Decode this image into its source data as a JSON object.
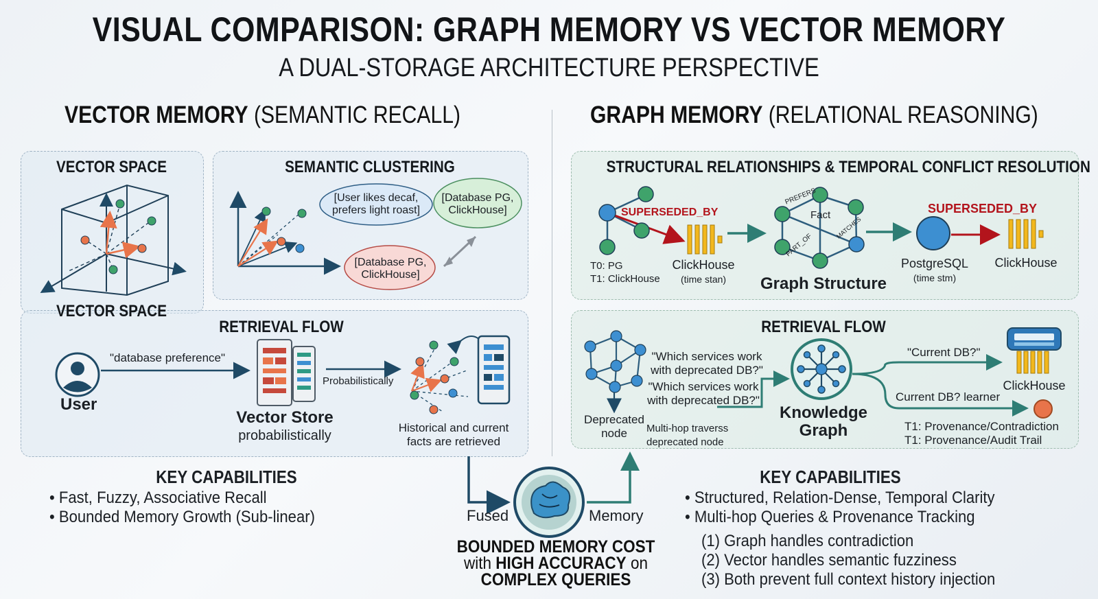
{
  "header": {
    "title": "VISUAL COMPARISON: GRAPH MEMORY VS VECTOR MEMORY",
    "subtitle": "A DUAL-STORAGE ARCHITECTURE PERSPECTIVE"
  },
  "vector": {
    "heading_bold": "VECTOR MEMORY",
    "heading_rest": "(SEMANTIC RECALL)",
    "vector_space_title": "VECTOR SPACE",
    "vector_space_caption": "VECTOR SPACE",
    "clustering_title": "SEMANTIC CLUSTERING",
    "cloud1_line1": "[User likes decaf,",
    "cloud1_line2": "prefers light roast]",
    "cloud2_line1": "[Database PG,",
    "cloud2_line2": "ClickHouse]",
    "cloud3_line1": "[Database PG,",
    "cloud3_line2": "ClickHouse]",
    "retrieval_title": "RETRIEVAL FLOW",
    "query_label": "\"database preference\"",
    "user_label": "User",
    "store_label": "Vector Store",
    "store_sub": "probabilistically",
    "prob_label": "Probabilistically",
    "retrieved_line1": "Historical and current",
    "retrieved_line2": "facts are retrieved",
    "cap_title": "KEY CAPABILITIES",
    "cap_items": [
      "• Fast, Fuzzy, Associative Recall",
      "• Bounded Memory Growth (Sub-linear)"
    ]
  },
  "graph": {
    "heading_bold": "GRAPH MEMORY",
    "heading_rest": "(RELATIONAL REASONING)",
    "structural_title": "STRUCTURAL RELATIONSHIPS & TEMPORAL CONFLICT RESOLUTION",
    "superseded_1": "SUPERSEDED_BY",
    "t0": "T0: PG",
    "t1": "T1: ClickHouse",
    "clickhouse_1": "ClickHouse",
    "time_stan": "(time stan)",
    "edge_prefers": "PREFERS",
    "edge_fact": "Fact",
    "edge_matches": "MATCHES",
    "edge_part_of": "PART_OF",
    "graph_structure": "Graph Structure",
    "superseded_2": "SUPERSEDED_BY",
    "postgres": "PostgreSQL",
    "time_stm": "(time stm)",
    "clickhouse_2": "ClickHouse",
    "retrieval_title": "RETRIEVAL FLOW",
    "question1_line1": "\"Which services work",
    "question1_line2": "with deprecated DB?\"",
    "question2_line1": "\"Which services work",
    "question2_line2": "with deprecated DB?\"",
    "deprecated_line1": "Deprecated",
    "deprecated_line2": "node",
    "multihop_line1": "Multi-hop traverss",
    "multihop_line2": "deprecated node",
    "kg_line1": "Knowledge",
    "kg_line2": "Graph",
    "current_db": "\"Current DB?\"",
    "clickhouse_3": "ClickHouse",
    "current_learner": "Current DB? learner",
    "prov1": "T1: Provenance/Contradiction",
    "prov2": "T1: Provenance/Audit Trail",
    "cap_title": "KEY CAPABILITIES",
    "cap_items": [
      "• Structured, Relation-Dense, Temporal Clarity",
      "• Multi-hop Queries & Provenance Tracking"
    ],
    "numbered": [
      "(1) Graph handles contradiction",
      "(2) Vector handles semantic fuzziness",
      "(3) Both prevent full context history injection"
    ]
  },
  "center": {
    "fused": "Fused",
    "memory": "Memory",
    "note_bold1": "BOUNDED MEMORY COST",
    "note_pre2": "with",
    "note_bold2": "HIGH ACCURACY",
    "note_post2": "on",
    "note_bold3": "COMPLEX QUERIES"
  },
  "colors": {
    "teal": "#2e7d74",
    "navy": "#1f4a66",
    "red": "#b3141c",
    "green_node": "#3fa36b",
    "blue_node": "#3d8fd1",
    "orange_node": "#e8744a",
    "yellow": "#f2b81d"
  }
}
